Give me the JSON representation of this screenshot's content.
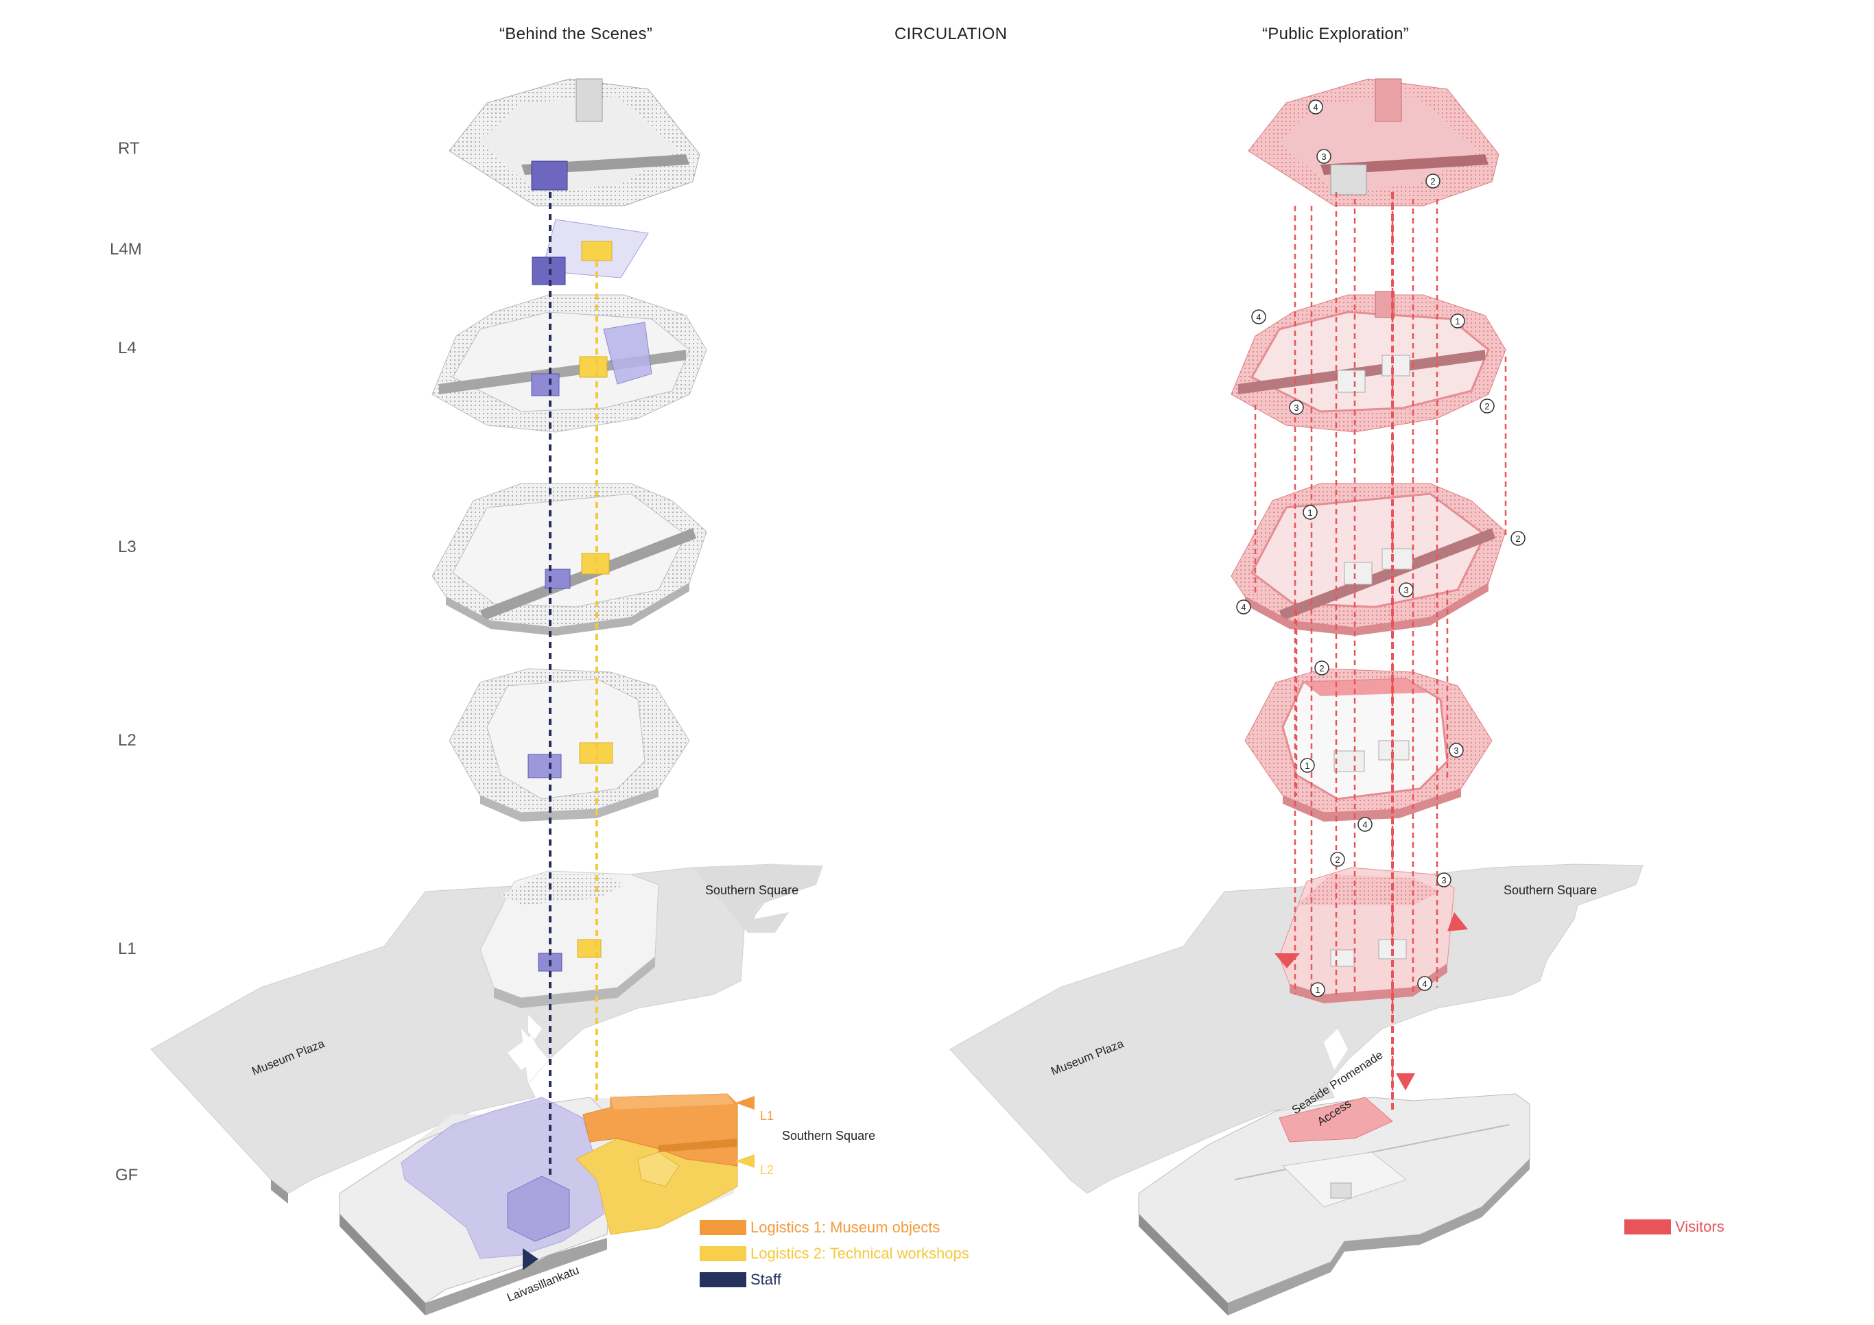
{
  "header": {
    "left_title": "“Behind the Scenes”",
    "center_title": "CIRCULATION",
    "right_title": "“Public Exploration”"
  },
  "levels": [
    "RT",
    "L4M",
    "L4",
    "L3",
    "L2",
    "L1",
    "GF"
  ],
  "places": {
    "southern_square_left": "Southern Square",
    "southern_square_right": "Southern Square",
    "southern_square_gf": "Southern Square",
    "museum_plaza_left": "Museum Plaza",
    "museum_plaza_right": "Museum Plaza",
    "laivasillankatu": "Laivasillankatu",
    "seaside_line1": "Seaside Promenade",
    "seaside_line2": "Access"
  },
  "entries": {
    "l1": "L1",
    "l2": "L2"
  },
  "markers": {
    "rt": [
      "4",
      "3",
      "2"
    ],
    "l4": [
      "4",
      "1",
      "3",
      "2"
    ],
    "l3": [
      "1",
      "2",
      "4",
      "3"
    ],
    "l2": [
      "2",
      "1",
      "3",
      "4"
    ],
    "l1": [
      "2",
      "3",
      "1",
      "4"
    ]
  },
  "legend": {
    "logistics1": {
      "label": "Logistics 1: Museum objects",
      "color": "#f39a3c"
    },
    "logistics2": {
      "label": "Logistics 2: Technical workshops",
      "color": "#f7cf4a"
    },
    "staff": {
      "label": "Staff",
      "color": "#27315e"
    },
    "visitors": {
      "label": "Visitors",
      "color": "#e8545a"
    }
  }
}
